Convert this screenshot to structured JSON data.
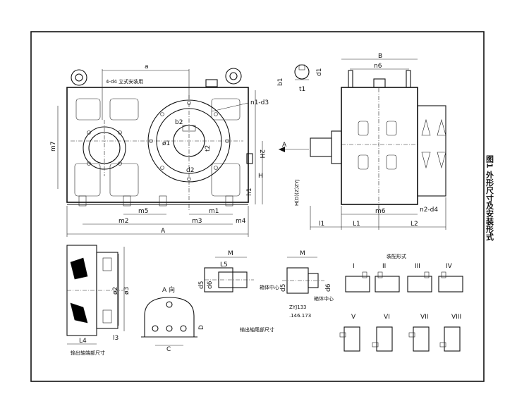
{
  "caption": "图1 外形尺寸及安装形式",
  "front_view": {
    "dim_a": "a",
    "hole_note": "4-d4 立式安装用",
    "n1_d3": "n1-d3",
    "b2": "b2",
    "d1": "ø1",
    "t2": "t2",
    "d2": "d2",
    "m7": "m7",
    "h2": "2H",
    "h": "H",
    "h1": "h1",
    "m5": "m5",
    "m1": "m1",
    "m2": "m2",
    "m3": "m3",
    "m4": "m4",
    "A": "A"
  },
  "side_view": {
    "B": "B",
    "n6": "n6",
    "b1": "b1",
    "d1": "d1",
    "t1": "t1",
    "arrow_A": "A",
    "model_label": "H(D)(Z)ZYJ",
    "m6": "m6",
    "n2_d4": "n2-d4",
    "l1": "l1",
    "L1": "L1",
    "L2": "L2"
  },
  "shaft_view": {
    "L4": "L4",
    "l3": "l3",
    "d2": "ø2",
    "d3": "ø3",
    "title": "输出轴端部尺寸"
  },
  "base_view": {
    "title": "A 向",
    "C": "C",
    "D": "D"
  },
  "input_view": {
    "M": "M",
    "L5": "L5",
    "d5": "d5",
    "d6": "d6",
    "center": "箱体中心",
    "title": "输出轴尾部尺寸"
  },
  "input_view2": {
    "M": "M",
    "d5": "d5",
    "d6": "d6",
    "center": "箱体中心",
    "note1": "ZYJ133",
    "note2": ".146.173"
  },
  "mounting": {
    "title": "装配形式",
    "labels": [
      "I",
      "II",
      "III",
      "IV",
      "V",
      "VI",
      "VII",
      "VIII"
    ]
  }
}
